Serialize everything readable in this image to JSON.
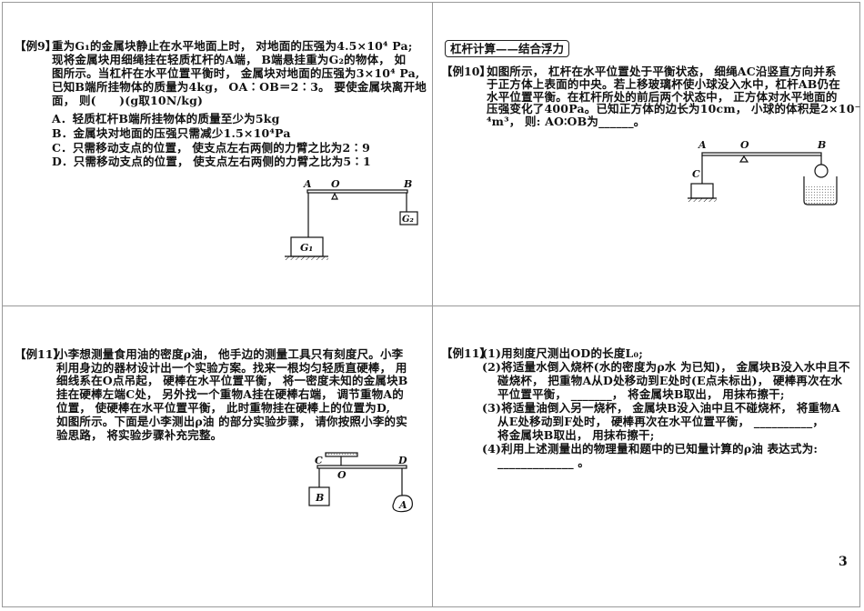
{
  "panel1": {
    "tag": "【例9】",
    "lines": [
      "重为G₁的金属块静止在水平地面上时， 对地面的压强为4.5×10⁴ Pa;",
      "现将金属块用细绳挂在轻质杠杆的A端， B端悬挂重为G₂的物体， 如",
      "图所示。当杠杆在水平位置平衡时， 金属块对地面的压强为3×10⁴ Pa,",
      "已知B端所挂物体的质量为4kg， OA∶OB＝2∶3。 要使金属块离开地",
      "面， 则(　　)(g取10N/kg)"
    ],
    "options": [
      "A．轻质杠杆B端所挂物体的质量至少为5kg",
      "B．金属块对地面的压强只需减少1.5×10⁴Pa",
      "C．只需移动支点的位置， 使支点左右两侧的力臂之比为2∶9",
      "D．只需移动支点的位置， 使支点左右两侧的力臂之比为5∶1"
    ],
    "figure": {
      "A": "A",
      "O": "O",
      "B": "B",
      "G1": "G₁",
      "G2": "G₂"
    }
  },
  "panel2": {
    "topic": "杠杆计算——结合浮力",
    "tag": "【例10】",
    "lines": [
      "如图所示， 杠杆在水平位置处于平衡状态， 细绳AC沿竖直方向并系",
      "于正方体上表面的中央。若上移玻璃杯使小球没入水中，杠杆AB仍在",
      "水平位置平衡。在杠杆所处的前后两个状态中， 正方体对水平地面的",
      "压强变化了400Pa。已知正方体的边长为10cm， 小球的体积是2×10⁻",
      "⁴m³， 则: AO∶OB为______。"
    ],
    "figure": {
      "A": "A",
      "O": "O",
      "B": "B",
      "C": "C"
    }
  },
  "panel3": {
    "tag": "【例11】",
    "lines": [
      "小李想测量食用油的密度ρ油， 他手边的测量工具只有刻度尺。小李",
      "利用身边的器材设计出一个实验方案。找来一根均匀轻质直硬棒， 用",
      "细线系在O点吊起， 硬棒在水平位置平衡， 将一密度未知的金属块B",
      "挂在硬棒左端C处， 另外找一个重物A挂在硬棒右端， 调节重物A的",
      "位置， 使硬棒在水平位置平衡， 此时重物挂在硬棒上的位置为D,",
      "如图所示。下面是小李测出ρ油 的部分实验步骤， 请你按照小李的实",
      "验思路， 将实验步骤补充完整。"
    ],
    "figure": {
      "C": "C",
      "O": "O",
      "D": "D",
      "B": "B",
      "A": "A"
    }
  },
  "panel4": {
    "tag": "【例11】",
    "steps": [
      {
        "first": "(1)用刻度尺测出OD的长度L₀;",
        "rest": []
      },
      {
        "first": "(2)将适量水倒入烧杯(水的密度为ρ水 为已知)， 金属块B没入水中且不",
        "rest": [
          "碰烧杯， 把重物A从D处移动到E处时(E点未标出)， 硬棒再次在水",
          "平位置平衡， _______， 将金属块B取出， 用抹布擦干;"
        ]
      },
      {
        "first": "(3)将适量油倒入另一烧杯， 金属块B没入油中且不碰烧杯， 将重物A",
        "rest": [
          "从E处移动到F处时， 硬棒再次在水平位置平衡， __________，",
          "将金属块B取出， 用抹布擦干;"
        ]
      },
      {
        "first": "(4)利用上述测量出的物理量和题中的已知量计算的ρ油 表达式为:",
        "rest": [
          "_____________ 。"
        ]
      }
    ]
  },
  "page_number": "3"
}
